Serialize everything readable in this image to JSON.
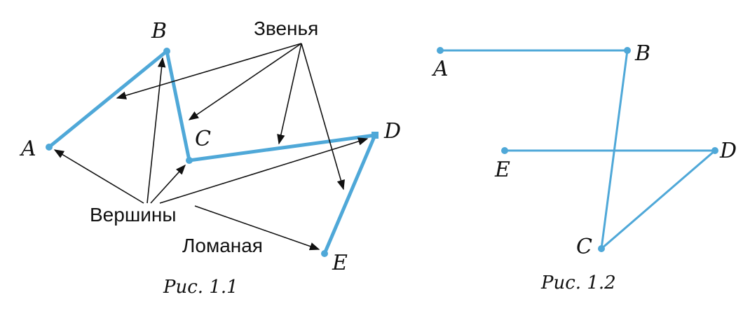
{
  "figure1": {
    "vertices": {
      "A": "A",
      "B": "B",
      "C": "C",
      "D": "D",
      "E": "E"
    },
    "label_links": "Звенья",
    "label_vertices": "Вершины",
    "label_polyline": "Ломаная",
    "caption": "Рис. 1.1"
  },
  "figure2": {
    "vertices": {
      "A": "A",
      "B": "B",
      "C": "C",
      "D": "D",
      "E": "E"
    },
    "caption": "Рис. 1.2"
  },
  "colors": {
    "line": "#4fa8d8",
    "arrow": "#111111"
  }
}
